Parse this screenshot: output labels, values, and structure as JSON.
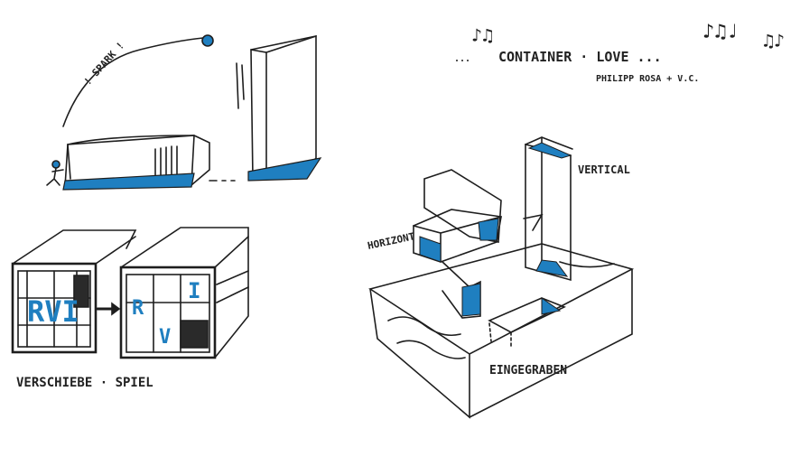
{
  "colors": {
    "ink": "#1e1e1e",
    "marker_blue": "#1f7fc0"
  },
  "labels": {
    "title": "CONTAINER · LOVE ...",
    "authors": "PHILIPP ROSA + V.C.",
    "spark": "! SPARK !",
    "vertical": "VERTICAL",
    "horizontal": "HORIZONT",
    "dug_in": "EINGEGRABEN",
    "shift_play": "VERSCHIEBE · SPIEL",
    "rvi": "RVI",
    "r": "R",
    "v": "V",
    "i": "I"
  },
  "icons": {
    "notes": "music-notes-icon",
    "arrow": "arrow-right-icon"
  }
}
